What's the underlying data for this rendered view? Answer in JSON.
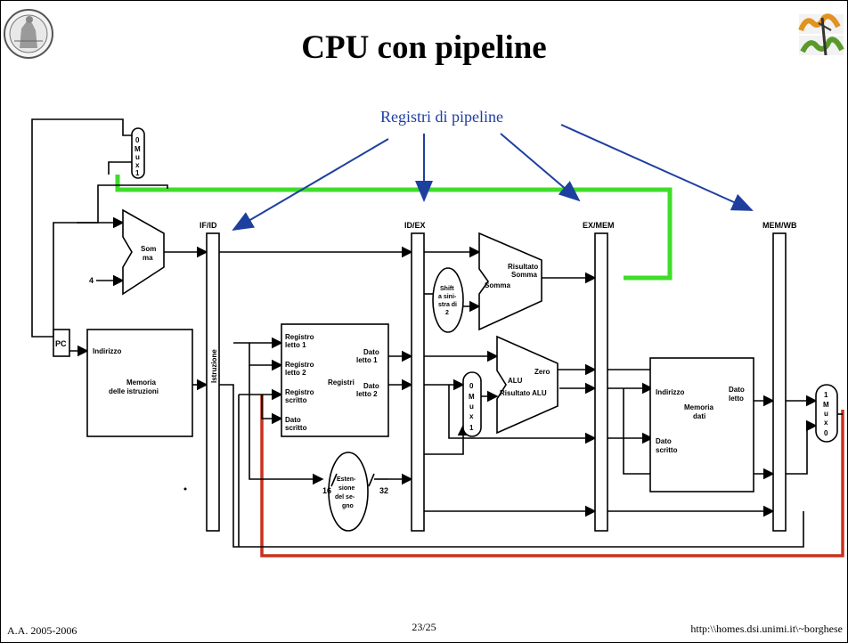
{
  "slide": {
    "title": "CPU con pipeline",
    "annotation": "Registri di pipeline",
    "footer_left": "A.A. 2005-2006",
    "footer_center": "23/25",
    "footer_right": "http:\\\\homes.dsi.unimi.it\\~borghese"
  },
  "diagram": {
    "pipeline_registers": [
      "IF/ID",
      "ID/EX",
      "EX/MEM",
      "MEM/WB"
    ],
    "pc": "PC",
    "adder_if": [
      "Som",
      "ma"
    ],
    "const_four": "4",
    "mux_top": [
      "0",
      "M",
      "u",
      "x",
      "1"
    ],
    "instr_mem": {
      "address": "Indirizzo",
      "name": [
        "Memoria",
        "delle istruzioni"
      ]
    },
    "istruzione": "Istruzione",
    "registers": {
      "read1": [
        "Registro",
        "letto 1"
      ],
      "read2": [
        "Registro",
        "letto 2"
      ],
      "write": [
        "Registro",
        "scritto"
      ],
      "data": [
        "Dato",
        "scritto"
      ],
      "out1": [
        "Dato",
        "letto 1"
      ],
      "out2": [
        "Dato",
        "letto 2"
      ],
      "name": "Registri"
    },
    "shift": [
      "Shift",
      "a sini-",
      "stra di",
      "2"
    ],
    "adder_ex": {
      "name": "Somma",
      "result": [
        "Risultato",
        "Somma"
      ]
    },
    "alu": {
      "name": "ALU",
      "zero": "Zero",
      "result": "Risultato ALU"
    },
    "mux_alu": [
      "0",
      "M",
      "u",
      "x",
      "1"
    ],
    "sign_ext": {
      "in": "16",
      "out": "32",
      "name": [
        "Esten-",
        "sione",
        "del se-",
        "gno"
      ]
    },
    "data_mem": {
      "address": "Indirizzo",
      "name": [
        "Memoria",
        "dati"
      ],
      "out": [
        "Dato",
        "letto"
      ],
      "in": [
        "Dato",
        "scritto"
      ]
    },
    "mux_wb": [
      "1",
      "M",
      "u",
      "x",
      "0"
    ]
  },
  "colors": {
    "title_annotation": "#1f3f9f",
    "branch_path": "#3fdd2a",
    "writeback_path": "#c8321c"
  }
}
